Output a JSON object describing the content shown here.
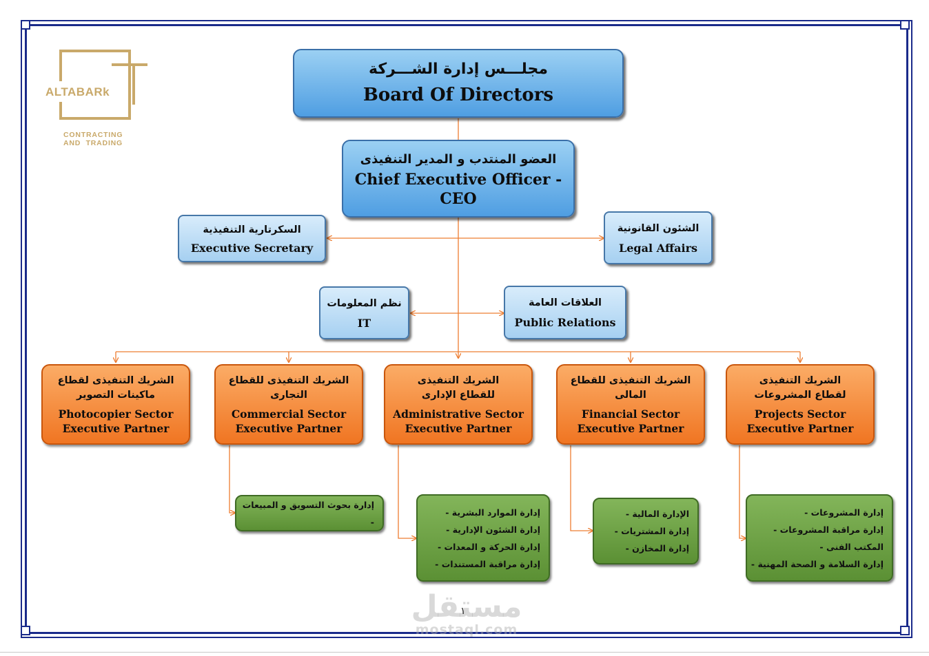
{
  "logo": {
    "brand": "ALTABARk",
    "tagline_1": "CONTRACTING",
    "tagline_2": "AND  TRADING"
  },
  "board": {
    "ar": "مجلـــس إدارة الشـــركة",
    "en": "Board Of Directors"
  },
  "ceo": {
    "ar": "العضو المنتدب و المدير التنفيذى",
    "en": "Chief Executive Officer - CEO"
  },
  "secretary": {
    "ar": "السكرتارية التنفيذية",
    "en": "Executive Secretary"
  },
  "legal": {
    "ar": "الشئون القانونية",
    "en": "Legal Affairs"
  },
  "it": {
    "ar": "نظم المعلومات",
    "en": "IT"
  },
  "pr": {
    "ar": "العلاقات العامة",
    "en": "Public Relations"
  },
  "sectors": [
    {
      "ar": "الشريك التنفيذى لقطاع ماكينات التصوير",
      "en": "Photocopier Sector Executive Partner"
    },
    {
      "ar": "الشريك التنفيذى للقطاع التجارى",
      "en": "Commercial Sector Executive Partner"
    },
    {
      "ar": "الشريك التنفيذى للقطاع الإدارى",
      "en": "Administrative Sector Executive Partner"
    },
    {
      "ar": "الشريك التنفيذى للقطاع المالى",
      "en": "Financial Sector Executive Partner"
    },
    {
      "ar": "الشريك التنفيذى لقطاع المشروعات",
      "en": "Projects Sector Executive Partner"
    }
  ],
  "departments": {
    "commercial": [
      "إدارة بحوث التسويق و المبيعات -"
    ],
    "administrative": [
      "إدارة الموارد البشرية -",
      "إدارة الشئون الإدارية -",
      "إدارة الحركة و المعدات -",
      "إدارة مراقبة المستندات -"
    ],
    "financial": [
      "الإدارة المالية -",
      "إدارة المشتريات -",
      "إدارة المخازن -"
    ],
    "projects": [
      "إدارة المشروعات -",
      "إدارة مراقبة المشروعات -",
      "المكتب الفنى -",
      "إدارة السلامة و الصحة المهنية -"
    ]
  },
  "page_number": "١",
  "watermark": {
    "ar": "مستقل",
    "en": "mostaql.com"
  },
  "colors": {
    "frame": "#1a2a8a",
    "connector": "#ed7d31",
    "blue": "#5b9bd5",
    "orange": "#f07522",
    "green": "#70a844",
    "logo_gold": "#c9a96a"
  }
}
